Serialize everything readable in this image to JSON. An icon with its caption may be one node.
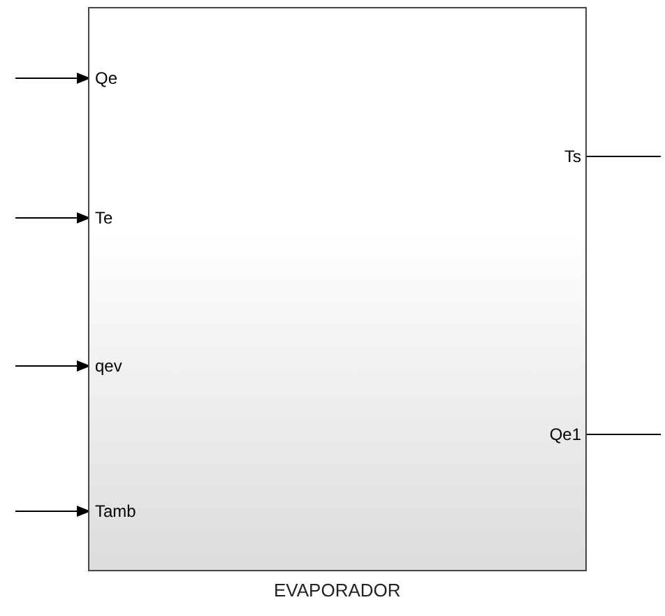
{
  "diagram": {
    "nodes": [
      {
        "text": [
          "EVAPORADOR"
        ]
      },
      {
        "text": [
          "Qe"
        ],
        "in": 0
      },
      {
        "text": [
          "Te"
        ],
        "in": 0
      },
      {
        "text": [
          "qev"
        ],
        "in": 0
      },
      {
        "text": [
          "Tamb"
        ],
        "in": 0
      },
      {
        "text": [
          "Ts"
        ],
        "in": 0
      },
      {
        "text": [
          "Qe1"
        ],
        "in": 0
      }
    ],
    "edges": [
      {
        "from": null,
        "to": 1,
        "arrow": "to"
      },
      {
        "from": null,
        "to": 2,
        "arrow": "to"
      },
      {
        "from": null,
        "to": 3,
        "arrow": "to"
      },
      {
        "from": null,
        "to": 4,
        "arrow": "to"
      },
      {
        "from": 5,
        "to": null,
        "arrow": "none"
      },
      {
        "from": 6,
        "to": null,
        "arrow": "none"
      }
    ]
  }
}
